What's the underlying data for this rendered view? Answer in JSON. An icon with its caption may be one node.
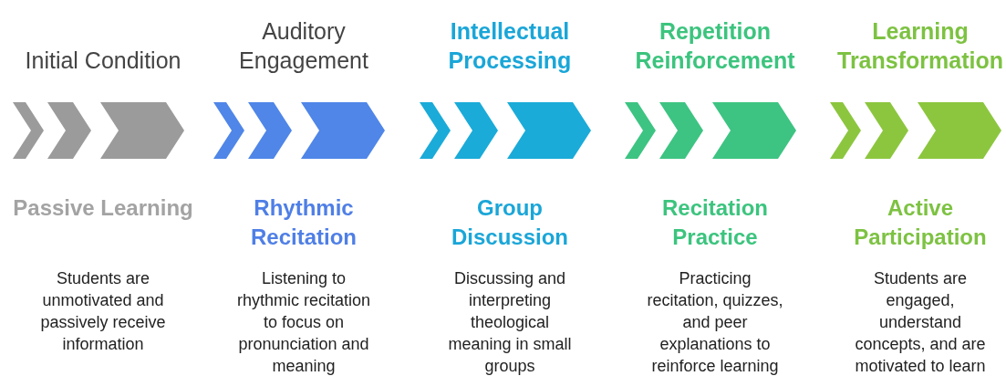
{
  "diagram": {
    "labels": [
      "Initial Condition",
      "Passive Learning",
      "Students are unmotivated and passively receive information",
      "Auditory Engagement",
      "Rhythmic Recitation",
      "Listening to rhythmic recitation to focus on pronunciation and meaning",
      "Intellectual Processing",
      "Group Discussion",
      "Discussing and interpreting theological meaning in small groups",
      "Repetition Reinforcement",
      "Recitation Practice",
      "Practicing recitation, quizzes, and peer explanations to reinforce learning",
      "Learning Transformation",
      "Active Participation",
      "Students are engaged, understand concepts, and are motivated to learn"
    ]
  }
}
